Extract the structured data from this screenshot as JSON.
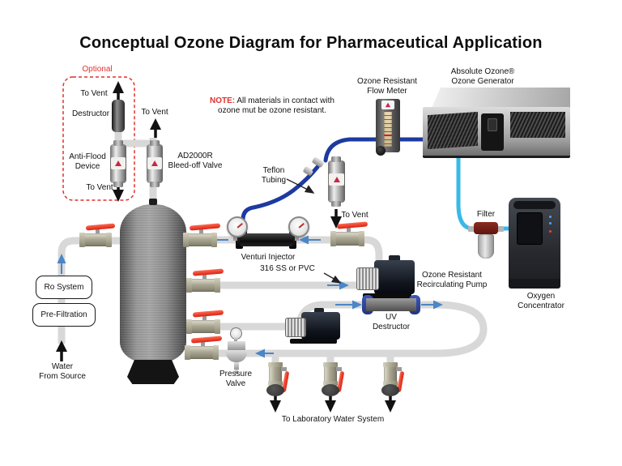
{
  "title": "Conceptual Ozone Diagram for Pharmaceutical Application",
  "note": {
    "prefix": "NOTE:",
    "line1": "All materials in contact with",
    "line2": "ozone mut be ozone resistant."
  },
  "optional": {
    "label": "Optional"
  },
  "vent": "To Vent",
  "devices": {
    "destructor": "Destructor",
    "anti_flood": [
      "Anti-Flood",
      "Device"
    ],
    "bleed_off": [
      "AD2000R",
      "Bleed-off Valve"
    ],
    "flow_meter": [
      "Ozone Resistant",
      "Flow Meter"
    ],
    "generator": [
      "Absolute Ozone®",
      "Ozone Generator"
    ],
    "teflon": [
      "Teflon",
      "Tubing"
    ],
    "venturi": "Venturi Injector",
    "pipe_material": "316 SS or PVC",
    "recirc_pump": [
      "Ozone Resistant",
      "Recirculating Pump"
    ],
    "uv": [
      "UV",
      "Destructor"
    ],
    "filter": "Filter",
    "oxygen": [
      "Oxygen",
      "Concentrator"
    ],
    "ro": "Ro System",
    "prefilter": "Pre-Filtration",
    "water_source": [
      "Water",
      "From Source"
    ],
    "pressure_valve": [
      "Pressure",
      "Valve"
    ],
    "lab_water": "To Laboratory Water System"
  },
  "colors": {
    "pipe": "#d8d8d8",
    "ozone_tube": "#1c3aa0",
    "oxygen_tube": "#38b9e8",
    "flow_arrow": "#4a86c8",
    "black_arrow": "#111111",
    "accent_red": "#e0312e",
    "handle_red": "#e03a2a"
  }
}
